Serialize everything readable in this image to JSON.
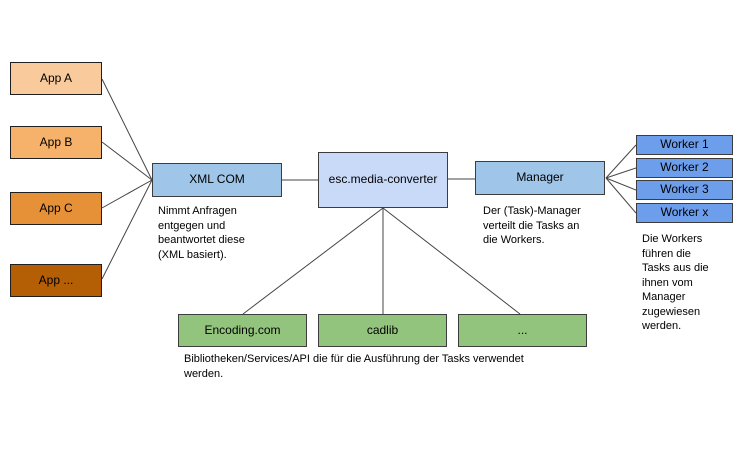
{
  "diagram": {
    "apps": [
      {
        "label": "App A",
        "color": "#f9cb9c"
      },
      {
        "label": "App B",
        "color": "#f6b26b"
      },
      {
        "label": "App C",
        "color": "#e69138"
      },
      {
        "label": "App ...",
        "color": "#b45f06"
      }
    ],
    "xml_com": {
      "label": "XML COM",
      "color": "#9fc5e8",
      "note": "Nimmt Anfragen entgegen und beantwortet diese (XML basiert)."
    },
    "converter": {
      "label": "esc.media-converter",
      "color": "#c9daf8"
    },
    "manager": {
      "label": "Manager",
      "color": "#9fc5e8",
      "note": "Der (Task)-Manager verteilt die Tasks an die Workers."
    },
    "workers": {
      "color": "#6d9eeb",
      "items": [
        {
          "label": "Worker 1"
        },
        {
          "label": "Worker 2"
        },
        {
          "label": "Worker 3"
        },
        {
          "label": "Worker x"
        }
      ],
      "note": "Die Workers führen die Tasks aus die ihnen vom Manager zugewiesen werden."
    },
    "services": {
      "color": "#93c47d",
      "items": [
        {
          "label": "Encoding.com"
        },
        {
          "label": "cadlib"
        },
        {
          "label": "..."
        }
      ],
      "note": "Bibliotheken/Services/API die für die Ausführung der Tasks verwendet werden."
    },
    "line_color": "#454545"
  }
}
